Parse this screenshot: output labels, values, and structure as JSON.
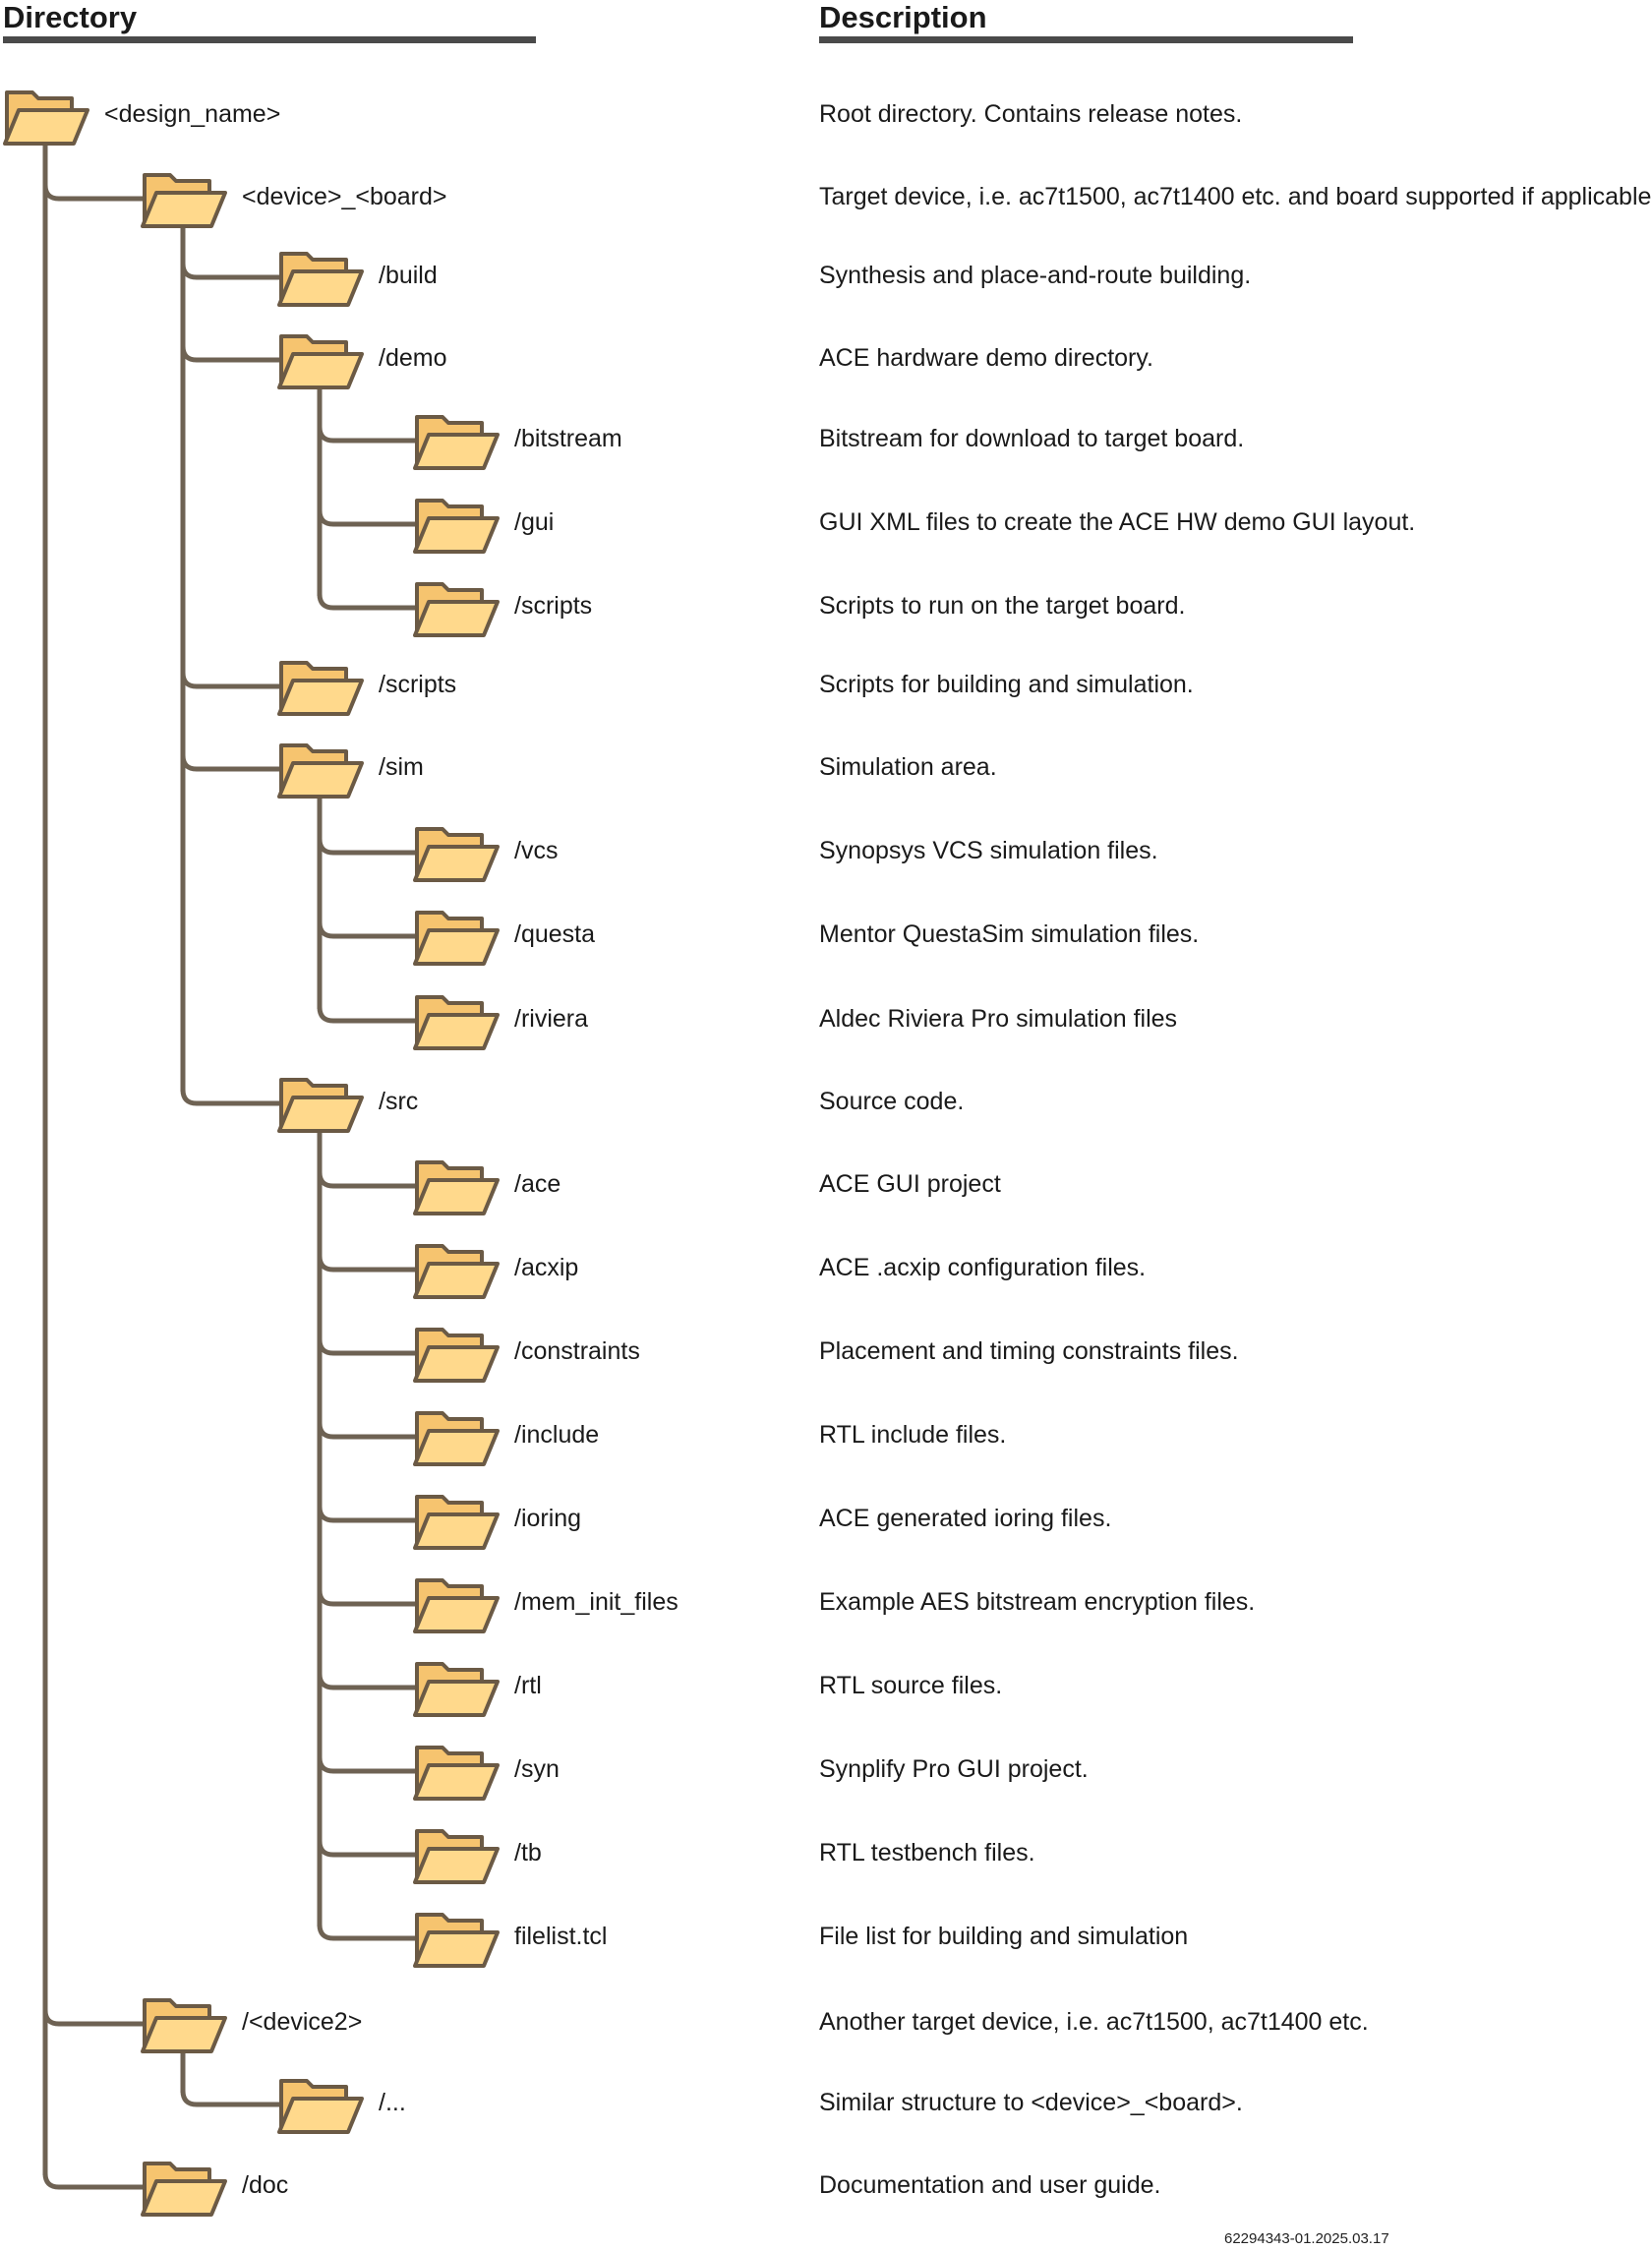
{
  "headers": {
    "directory": "Directory",
    "description": "Description"
  },
  "entries": [
    {
      "name": "<design_name>",
      "desc": "Root directory. Contains release notes.",
      "depth": 0
    },
    {
      "name": "<device>_<board>",
      "desc": "Target device, i.e. ac7t1500, ac7t1400 etc. and board supported if applicable.",
      "depth": 1
    },
    {
      "name": "/build",
      "desc": "Synthesis and place-and-route building.",
      "depth": 2
    },
    {
      "name": "/demo",
      "desc": "ACE hardware demo directory.",
      "depth": 2
    },
    {
      "name": "/bitstream",
      "desc": "Bitstream for download to target board.",
      "depth": 3
    },
    {
      "name": "/gui",
      "desc": "GUI XML files to create the ACE HW demo GUI layout.",
      "depth": 3
    },
    {
      "name": "/scripts",
      "desc": "Scripts to run on the target board.",
      "depth": 3
    },
    {
      "name": "/scripts",
      "desc": "Scripts for building and simulation.",
      "depth": 2
    },
    {
      "name": "/sim",
      "desc": "Simulation area.",
      "depth": 2
    },
    {
      "name": "/vcs",
      "desc": "Synopsys VCS simulation files.",
      "depth": 3
    },
    {
      "name": "/questa",
      "desc": "Mentor QuestaSim simulation files.",
      "depth": 3
    },
    {
      "name": "/riviera",
      "desc": "Aldec Riviera Pro simulation files",
      "depth": 3
    },
    {
      "name": "/src",
      "desc": "Source code.",
      "depth": 2
    },
    {
      "name": "/ace",
      "desc": "ACE GUI project",
      "depth": 3
    },
    {
      "name": "/acxip",
      "desc": "ACE .acxip configuration files.",
      "depth": 3
    },
    {
      "name": "/constraints",
      "desc": "Placement and timing constraints files.",
      "depth": 3
    },
    {
      "name": "/include",
      "desc": "RTL include files.",
      "depth": 3
    },
    {
      "name": "/ioring",
      "desc": "ACE generated ioring files.",
      "depth": 3
    },
    {
      "name": "/mem_init_files",
      "desc": "Example AES bitstream encryption files.",
      "depth": 3
    },
    {
      "name": "/rtl",
      "desc": "RTL source files.",
      "depth": 3
    },
    {
      "name": "/syn",
      "desc": "Synplify Pro GUI project.",
      "depth": 3
    },
    {
      "name": "/tb",
      "desc": "RTL testbench files.",
      "depth": 3
    },
    {
      "name": "filelist.tcl",
      "desc": "File list for building and simulation",
      "depth": 3
    },
    {
      "name": "/<device2>",
      "desc": "Another target device, i.e. ac7t1500, ac7t1400 etc.",
      "depth": 1
    },
    {
      "name": "/...",
      "desc": "Similar structure to <device>_<board>.",
      "depth": 2
    },
    {
      "name": "/doc",
      "desc": "Documentation and user guide.",
      "depth": 1
    }
  ],
  "footer": "62294343-01.2025.03.17",
  "colors": {
    "line": "#6e6253",
    "folder_back": "#f6c46f",
    "folder_front": "#ffd98c",
    "folder_stroke": "#6b5a45"
  }
}
